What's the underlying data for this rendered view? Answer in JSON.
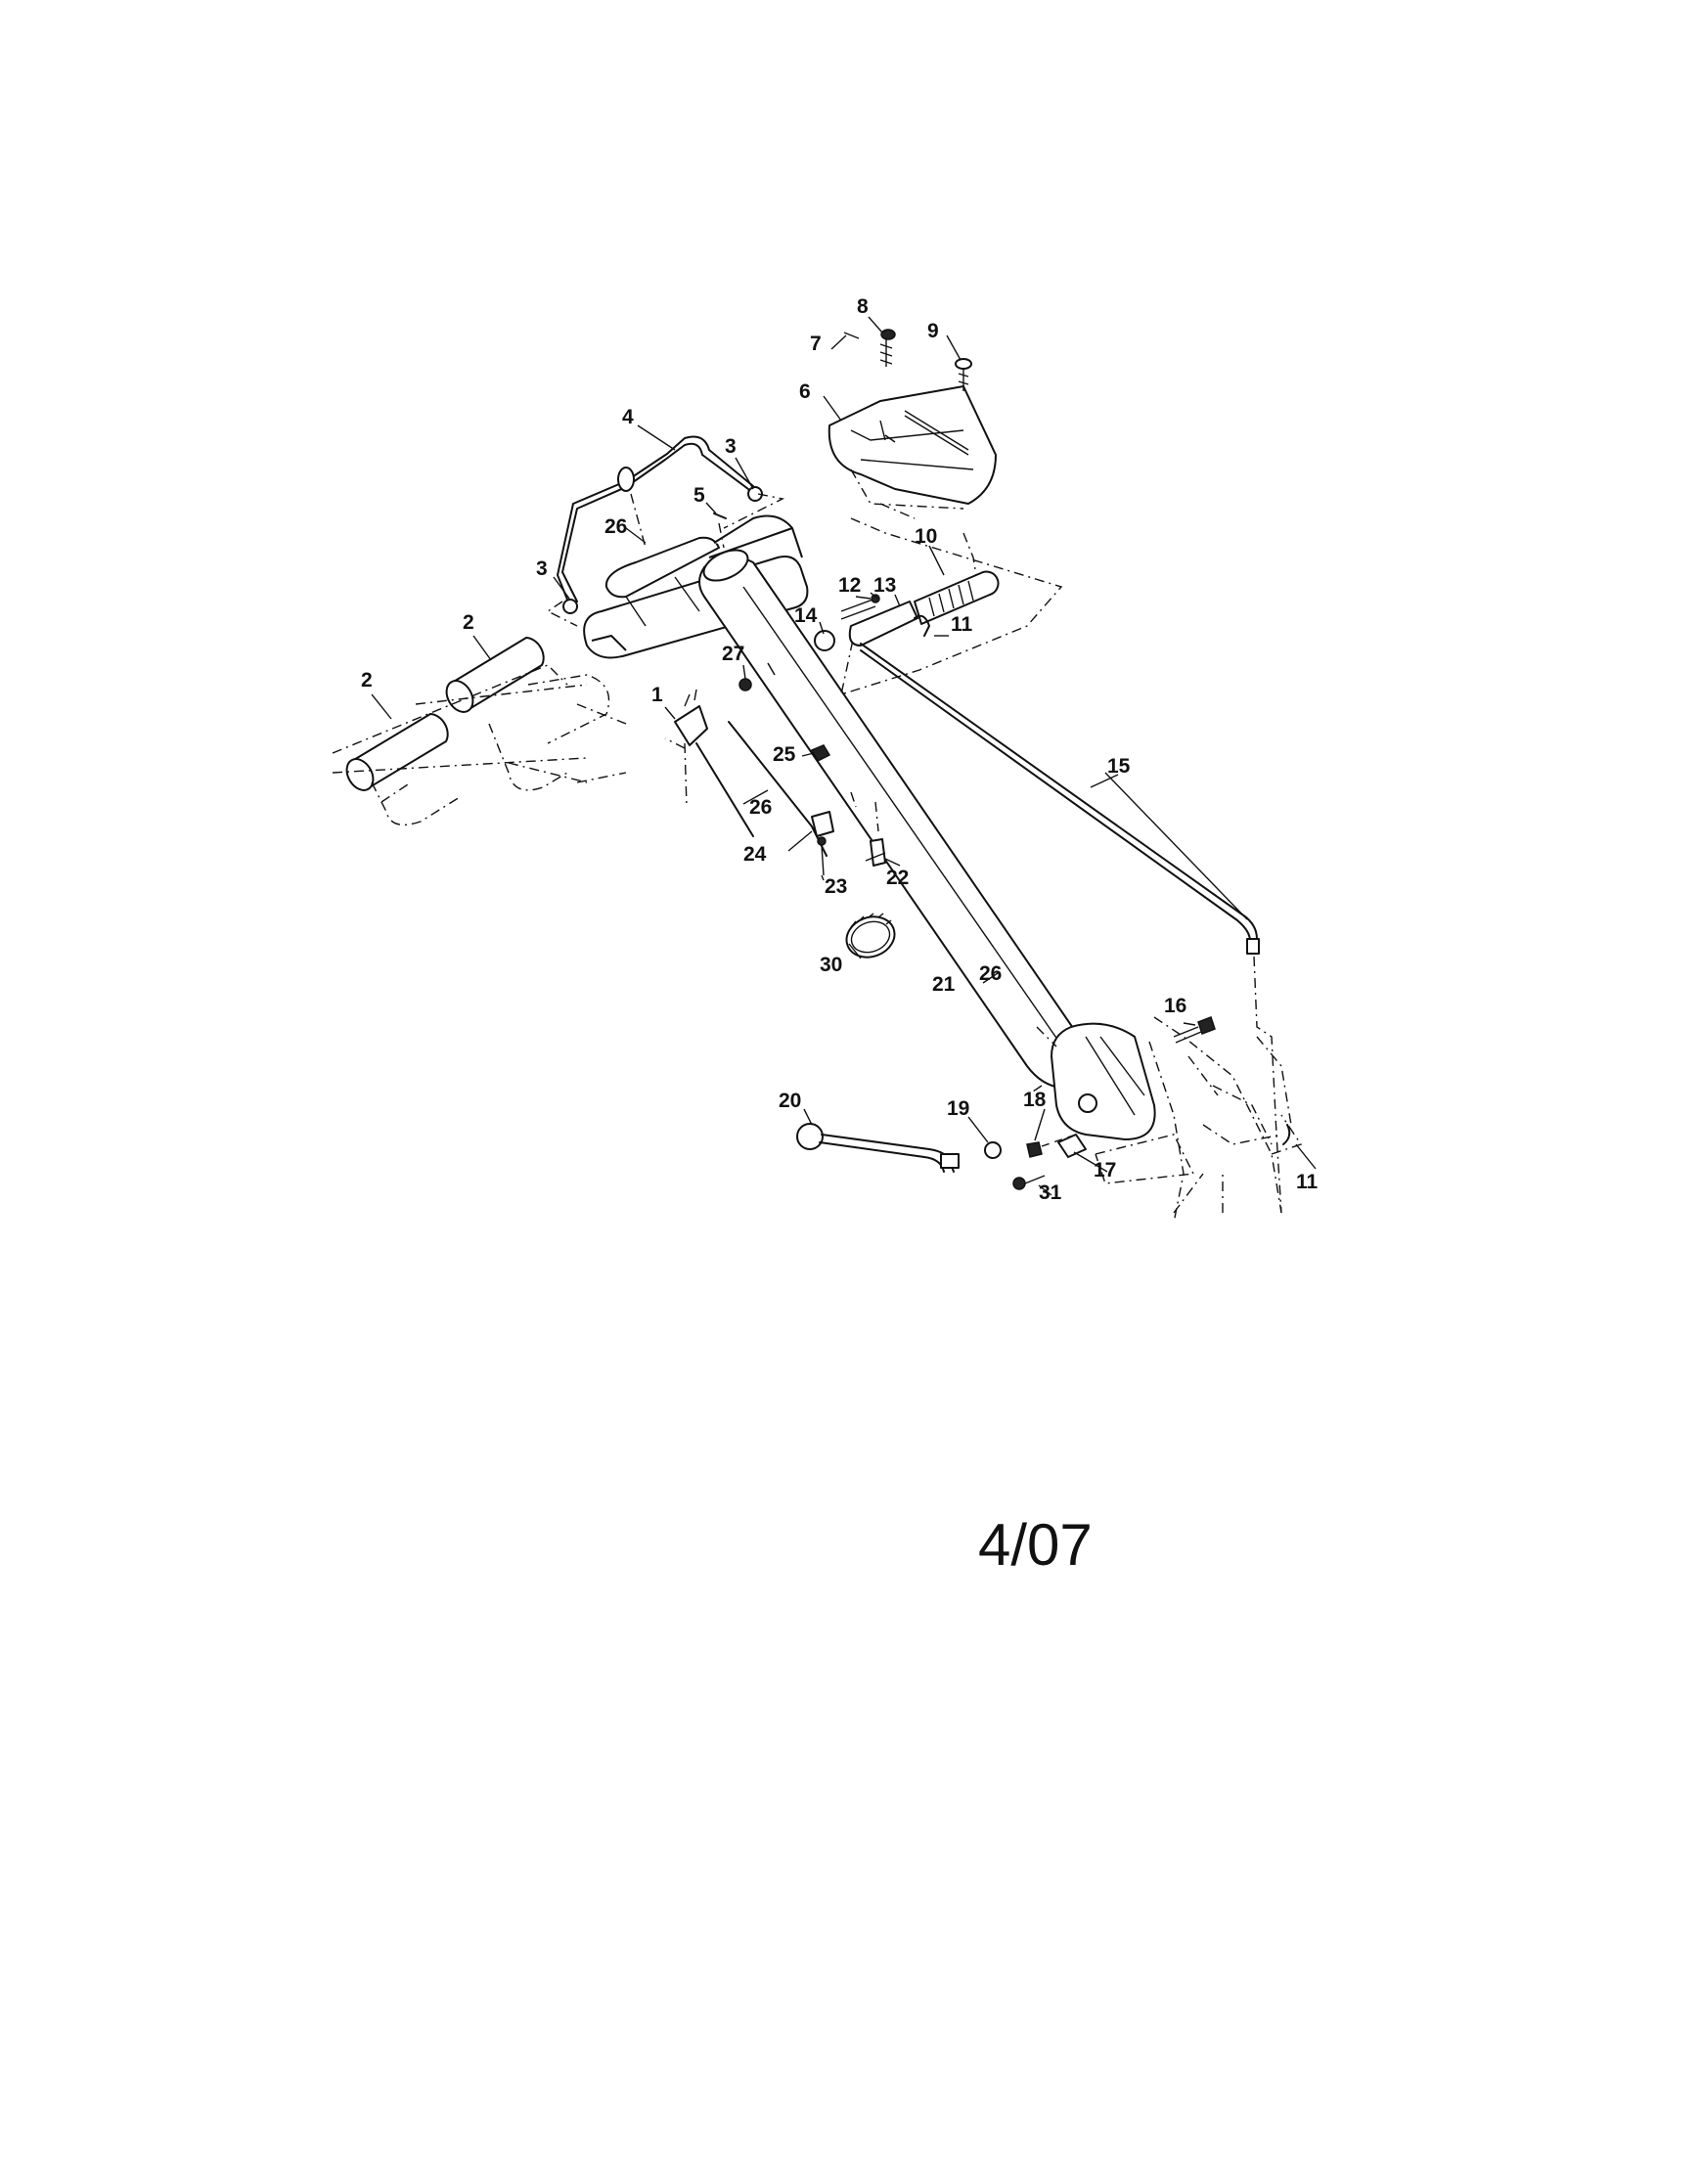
{
  "diagram": {
    "date_code": "4/07",
    "callouts": [
      "1",
      "2",
      "2",
      "3",
      "3",
      "4",
      "5",
      "6",
      "7",
      "8",
      "9",
      "10",
      "11",
      "11",
      "12",
      "13",
      "14",
      "15",
      "16",
      "17",
      "18",
      "19",
      "20",
      "21",
      "22",
      "23",
      "24",
      "25",
      "26",
      "26",
      "26",
      "27",
      "30",
      "31"
    ]
  }
}
